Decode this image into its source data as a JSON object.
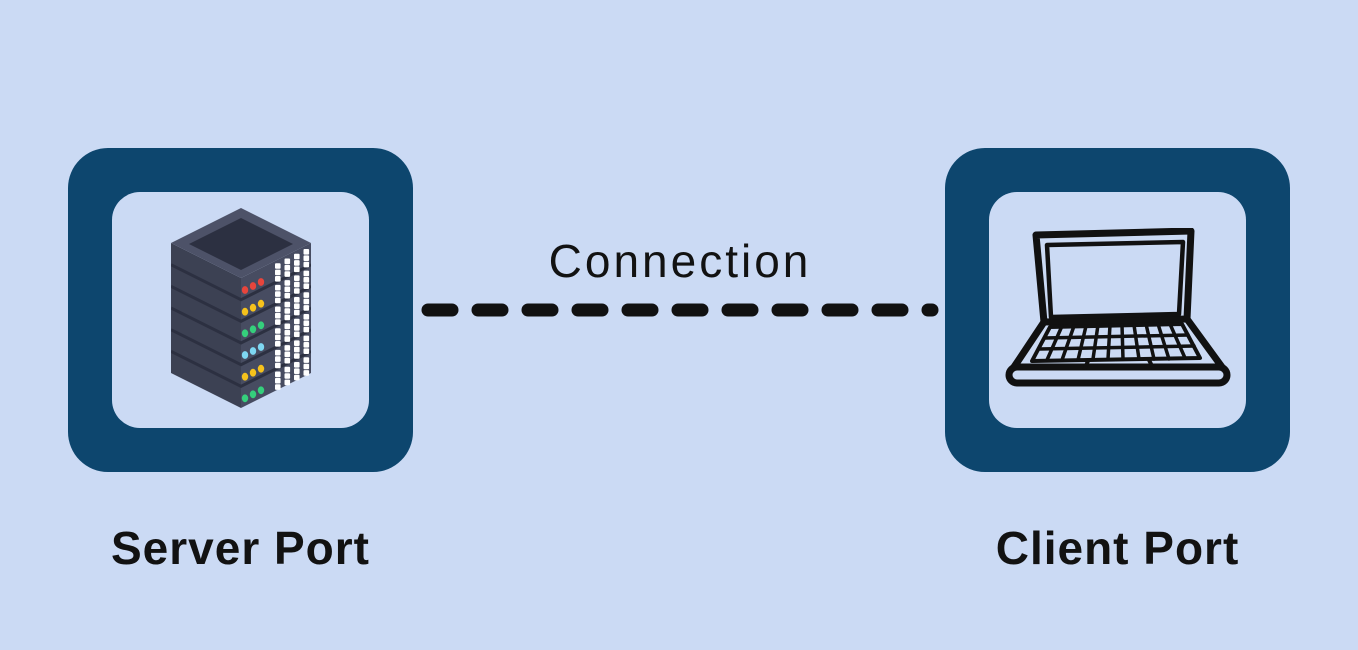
{
  "canvas": {
    "background": "#cbdaf4"
  },
  "connection": {
    "label": "Connection"
  },
  "server_box": {
    "label": "Server Port"
  },
  "client_box": {
    "label": "Client Port"
  },
  "colors": {
    "frame": "#0d466e",
    "inner": "#cbdaf4",
    "line": "#111111",
    "text": "#121212"
  },
  "icons": {
    "server_rack": {
      "name": "server-rack-icon",
      "left_face": "#3c4153",
      "right_face": "#474c61",
      "top_face": "#4d5268",
      "top_panel": "#2c3041",
      "groove": "#2c3041",
      "vent": "#ffffff",
      "led_colors": [
        "#e8453c",
        "#f6c21c",
        "#35cf7c",
        "#7ed7f2",
        "#f6c21c",
        "#35cf7c"
      ]
    },
    "laptop": {
      "name": "laptop-icon",
      "stroke": "#111111"
    }
  }
}
